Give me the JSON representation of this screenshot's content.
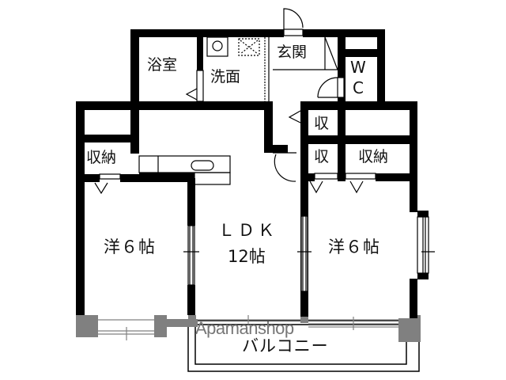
{
  "floorplan": {
    "rooms": {
      "bath": "浴室",
      "washroom": "洗面",
      "entrance": "玄関",
      "wc_line1": "W",
      "wc_line2": "C",
      "storage_left": "収納",
      "storage_small_upper": "収",
      "storage_small_lower": "収",
      "storage_right": "収納",
      "western_left": "洋６帖",
      "ldk_line1": "ＬＤＫ",
      "ldk_line2": "12帖",
      "western_right": "洋６帖",
      "balcony": "バルコニー"
    },
    "watermark": "Apamanshop",
    "colors": {
      "wall": "#000000",
      "exterior_wall": "#808080",
      "line": "#000000",
      "background": "#ffffff"
    }
  }
}
